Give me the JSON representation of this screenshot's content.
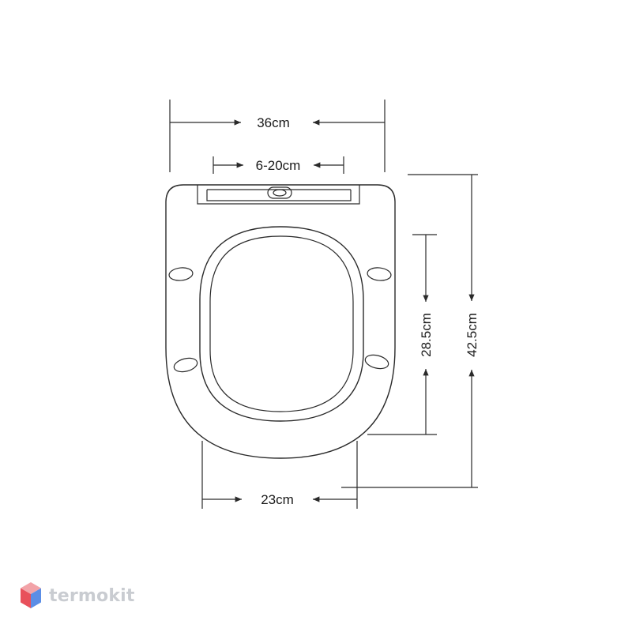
{
  "dimensions": {
    "overall_width": "36cm",
    "hinge_spacing": "6-20cm",
    "inner_length": "28.5cm",
    "overall_length": "42.5cm",
    "front_width": "23cm"
  },
  "logo": {
    "text": "termokit"
  },
  "colors": {
    "line": "#2a2a2a",
    "logo_red": "#e8505b",
    "logo_blue": "#5b8ee6",
    "logo_text": "#c9ccd1"
  }
}
